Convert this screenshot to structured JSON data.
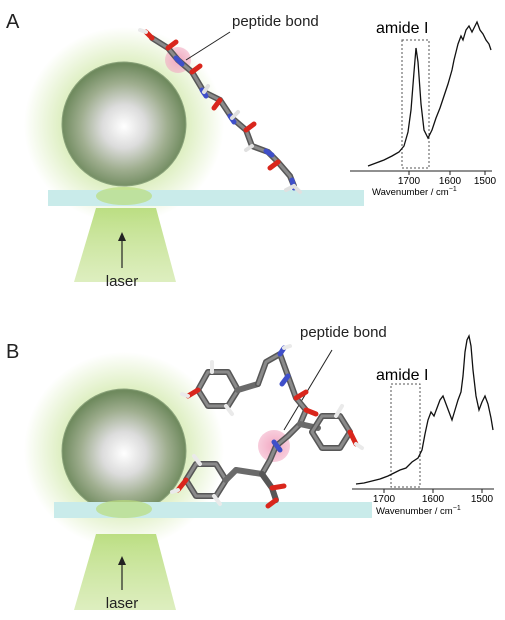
{
  "panels": [
    {
      "letter": "A",
      "callout": "peptide bond",
      "laser": "laser",
      "spectrum": {
        "band": "amide I",
        "xlabel": "Wavenumber / cm",
        "xlabel_sup": "−1",
        "ticks": [
          "1700",
          "1600",
          "1500"
        ]
      }
    },
    {
      "letter": "B",
      "callout": "peptide bond",
      "laser": "laser",
      "spectrum": {
        "band": "amide I",
        "xlabel": "Wavenumber / cm",
        "xlabel_sup": "−1",
        "ticks": [
          "1700",
          "1600",
          "1500"
        ]
      }
    }
  ],
  "colors": {
    "glow": "#9ccc54",
    "sphere": "#8fa57d",
    "substrate": "#c9ebea",
    "highlight": "#e98aac",
    "carbon": "#6a6a6a",
    "nitrogen": "#3f4fc9",
    "oxygen": "#d9261c",
    "hydrogen": "#f1f1f1"
  }
}
